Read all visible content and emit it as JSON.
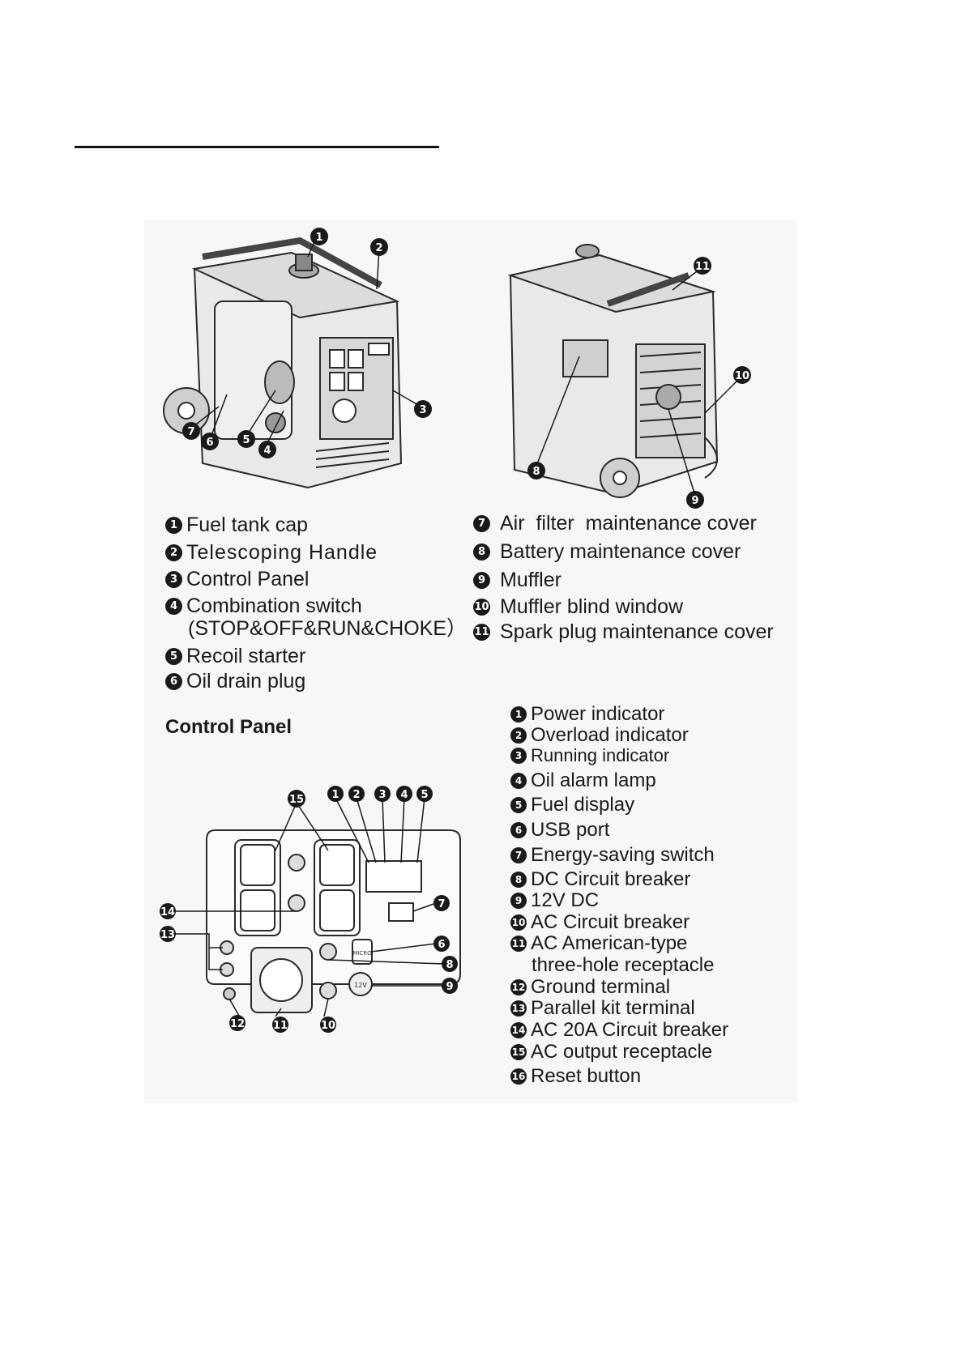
{
  "main_legend_left": [
    {
      "num": "1",
      "text": "Fuel tank cap"
    },
    {
      "num": "2",
      "text": "Telescoping Handle"
    },
    {
      "num": "3",
      "text": "Control Panel"
    },
    {
      "num": "4",
      "text": "Combination switch"
    },
    {
      "num": "5",
      "text": "Recoil starter"
    },
    {
      "num": "6",
      "text": "Oil drain plug"
    }
  ],
  "combination_switch_modes": "(STOP&OFF&RUN&CHOKE）",
  "main_legend_right": [
    {
      "num": "7",
      "text": "Air  filter  maintenance cover"
    },
    {
      "num": "8",
      "text": "Battery maintenance cover"
    },
    {
      "num": "9",
      "text": "Muffler"
    },
    {
      "num": "10",
      "text": "Muffler blind window"
    },
    {
      "num": "11",
      "text": "Spark plug maintenance cover"
    }
  ],
  "control_panel_heading": "Control Panel",
  "control_panel_legend": [
    {
      "num": "1",
      "text": "Power indicator"
    },
    {
      "num": "2",
      "text": "Overload indicator"
    },
    {
      "num": "3",
      "text": "Running indicator"
    },
    {
      "num": "4",
      "text": "Oil alarm lamp"
    },
    {
      "num": "5",
      "text": "Fuel display"
    },
    {
      "num": "6",
      "text": "USB port"
    },
    {
      "num": "7",
      "text": "Energy-saving switch"
    },
    {
      "num": "8",
      "text": "DC Circuit breaker"
    },
    {
      "num": "9",
      "text": "12V DC"
    },
    {
      "num": "10",
      "text": "AC Circuit breaker"
    },
    {
      "num": "11",
      "text": "AC American-type"
    },
    {
      "num": "12",
      "text": "Ground terminal"
    },
    {
      "num": "13",
      "text": "Parallel kit terminal"
    },
    {
      "num": "14",
      "text": "AC 20A Circuit breaker"
    },
    {
      "num": "15",
      "text": "AC output receptacle"
    },
    {
      "num": "16",
      "text": "Reset button"
    }
  ],
  "ac_receptacle_continuation": "three-hole receptacle",
  "panel_labels": {
    "usb": "MICRO",
    "dc": "12V"
  }
}
